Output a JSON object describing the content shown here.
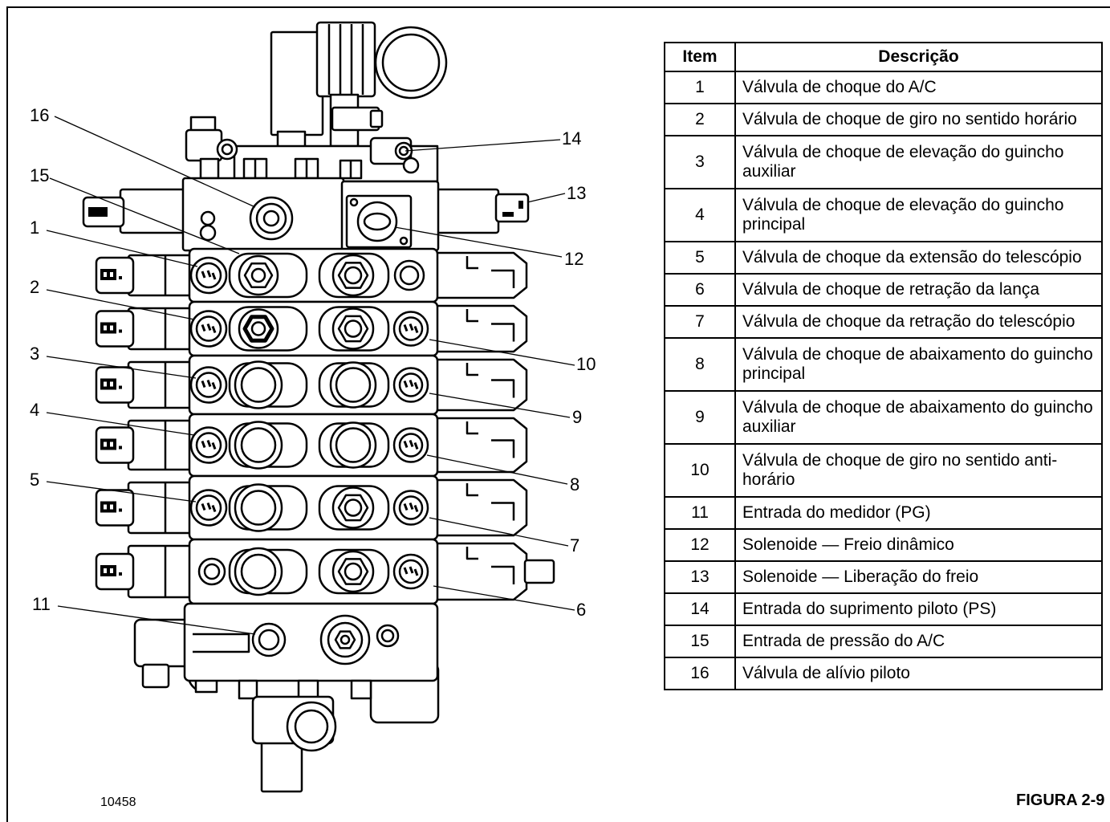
{
  "figure": {
    "label": "FIGURA 2-9",
    "drawing_number": "10458"
  },
  "diagram": {
    "callouts": [
      "1",
      "2",
      "3",
      "4",
      "5",
      "6",
      "7",
      "8",
      "9",
      "10",
      "11",
      "12",
      "13",
      "14",
      "15",
      "16"
    ]
  },
  "legend": {
    "headers": {
      "item": "Item",
      "description": "Descrição"
    },
    "rows": [
      {
        "item": "1",
        "description": "Válvula de choque do A/C"
      },
      {
        "item": "2",
        "description": "Válvula de choque de giro no sentido horário"
      },
      {
        "item": "3",
        "description": "Válvula de choque de elevação do guincho auxiliar"
      },
      {
        "item": "4",
        "description": "Válvula de choque de elevação do guincho principal"
      },
      {
        "item": "5",
        "description": "Válvula de choque da extensão do telescópio"
      },
      {
        "item": "6",
        "description": "Válvula de choque de retração da lança"
      },
      {
        "item": "7",
        "description": "Válvula de choque da retração do telescópio"
      },
      {
        "item": "8",
        "description": "Válvula de choque de abaixamento do guincho principal"
      },
      {
        "item": "9",
        "description": "Válvula de choque de abaixamento do guincho auxiliar"
      },
      {
        "item": "10",
        "description": "Válvula de choque de giro no sentido anti-horário"
      },
      {
        "item": "11",
        "description": "Entrada do medidor (PG)"
      },
      {
        "item": "12",
        "description": "Solenoide — Freio dinâmico"
      },
      {
        "item": "13",
        "description": "Solenoide — Liberação do freio"
      },
      {
        "item": "14",
        "description": "Entrada do suprimento piloto (PS)"
      },
      {
        "item": "15",
        "description": "Entrada de pressão do A/C"
      },
      {
        "item": "16",
        "description": "Válvula de alívio piloto"
      }
    ]
  }
}
